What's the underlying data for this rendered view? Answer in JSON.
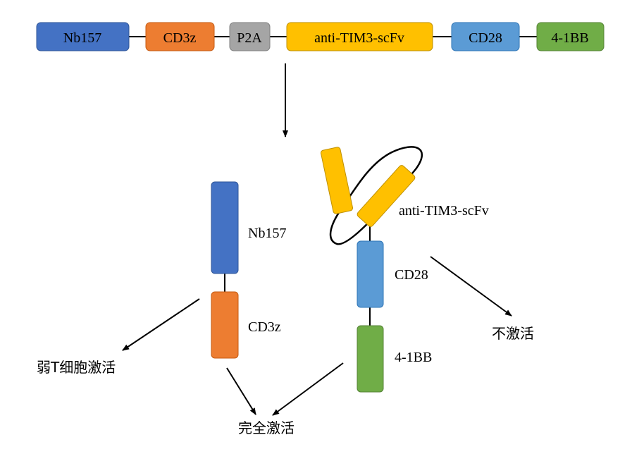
{
  "construct": [
    {
      "label": "Nb157",
      "color": "#4472C4"
    },
    {
      "label": "CD3z",
      "color": "#ED7D31"
    },
    {
      "label": "P2A",
      "color": "#A5A5A5"
    },
    {
      "label": "anti-TIM3-scFv",
      "color": "#FFC000"
    },
    {
      "label": "CD28",
      "color": "#5B9BD5"
    },
    {
      "label": "4-1BB",
      "color": "#70AD47"
    }
  ],
  "receptor_left": {
    "nb157_label": "Nb157",
    "cd3z_label": "CD3z"
  },
  "receptor_right": {
    "scfv_label": "anti-TIM3-scFv",
    "cd28_label": "CD28",
    "bb_label": "4-1BB"
  },
  "outcomes": {
    "weak": "弱T细胞激活",
    "full": "完全激活",
    "none": "不激活"
  }
}
